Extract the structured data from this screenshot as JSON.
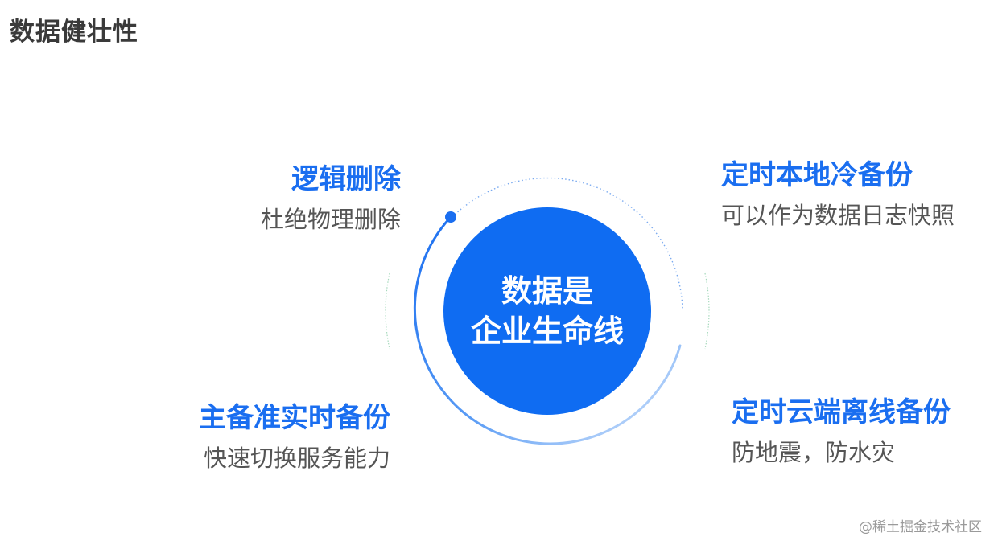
{
  "page": {
    "title": "数据健壮性"
  },
  "center": {
    "line1": "数据是",
    "line2": "企业生命线"
  },
  "features": {
    "top_left": {
      "title": "逻辑删除",
      "desc": "杜绝物理删除"
    },
    "bottom_left": {
      "title": "主备准实时备份",
      "desc": "快速切换服务能力"
    },
    "top_right": {
      "title": "定时本地冷备份",
      "desc": "可以作为数据日志快照"
    },
    "bottom_right": {
      "title": "定时云端离线备份",
      "desc": "防地震，防水灾"
    }
  },
  "watermark": "@稀土掘金技术社区",
  "colors": {
    "accent": "#1a6ef0",
    "circle_fill": "#0f6cf2",
    "title_text": "#3a3a3a",
    "desc_text": "#555555",
    "side_decoration": "#3aaa6a"
  }
}
